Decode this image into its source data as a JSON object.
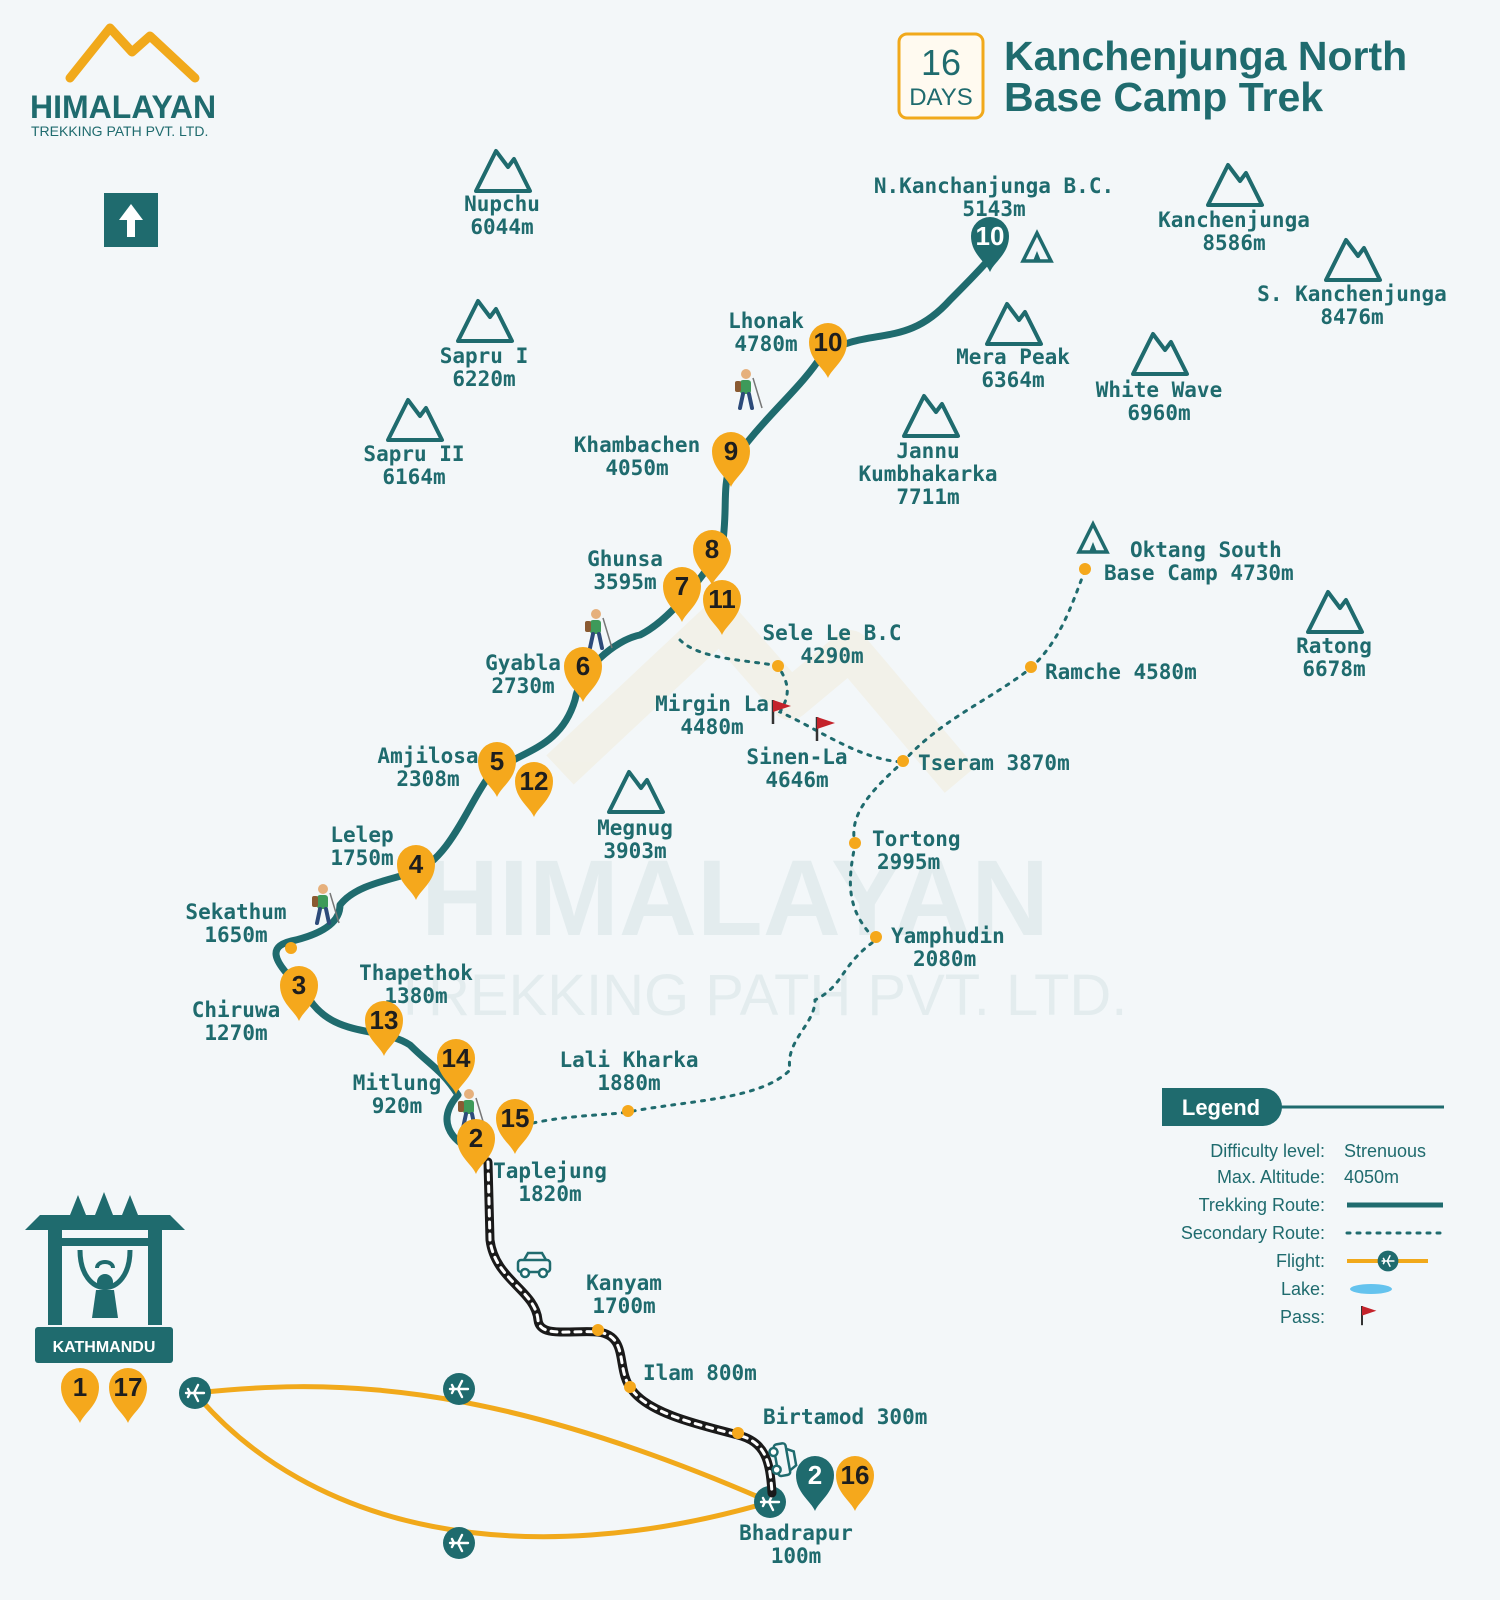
{
  "brand": {
    "name": "HIMALAYAN",
    "tagline": "TREKKING PATH PVT. LTD."
  },
  "title": {
    "days_number": "16",
    "days_word": "DAYS",
    "line1": "Kanchenjunga North",
    "line2": "Base Camp Trek"
  },
  "colors": {
    "route": "#1f6b6e",
    "flight": "#f1a91b",
    "pin": "#f5a81c",
    "pass_flag": "#c4232b",
    "lake": "#64c3ee"
  },
  "icons": {
    "north_arrow": "arrow-up-icon",
    "mountain": "mountain-icon",
    "camp": "tent-icon",
    "pass": "flag-icon",
    "jeep": "jeep-icon",
    "trekker": "hiker-icon",
    "flight": "airplane-icon",
    "city": "temple-gate-icon"
  },
  "peaks": [
    {
      "name": "Nupchu",
      "alt": "6044m"
    },
    {
      "name": "Sapru I",
      "alt": "6220m"
    },
    {
      "name": "Sapru II",
      "alt": "6164m"
    },
    {
      "name": "Kanchenjunga",
      "alt": "8586m"
    },
    {
      "name": "S. Kanchenjunga",
      "alt": "8476m"
    },
    {
      "name": "Mera Peak",
      "alt": "6364m"
    },
    {
      "name": "White Wave",
      "alt": "6960m"
    },
    {
      "name": "Jannu",
      "name2": "Kumbhakarka",
      "alt": "7711m"
    },
    {
      "name": "Ratong",
      "alt": "6678m"
    },
    {
      "name": "Megnug",
      "alt": "3903m"
    }
  ],
  "places": {
    "nbc": {
      "name": "N.Kanchanjunga B.C.",
      "alt": "5143m"
    },
    "lhonak": {
      "name": "Lhonak",
      "alt": "4780m"
    },
    "khambachen": {
      "name": "Khambachen",
      "alt": "4050m"
    },
    "ghunsa": {
      "name": "Ghunsa",
      "alt": "3595m"
    },
    "gyabla": {
      "name": "Gyabla",
      "alt": "2730m"
    },
    "amjilosa": {
      "name": "Amjilosa",
      "alt": "2308m"
    },
    "lelep": {
      "name": "Lelep",
      "alt": "1750m"
    },
    "sekathum": {
      "name": "Sekathum",
      "alt": "1650m"
    },
    "chiruwa": {
      "name": "Chiruwa",
      "alt": "1270m"
    },
    "thapethok": {
      "name": "Thapethok",
      "alt": "1380m"
    },
    "mitlung": {
      "name": "Mitlung",
      "alt": "920m"
    },
    "taplejung": {
      "name": "Taplejung",
      "alt": "1820m"
    },
    "lali_kharka": {
      "name": "Lali Kharka",
      "alt": "1880m"
    },
    "kanyam": {
      "name": "Kanyam",
      "alt": "1700m"
    },
    "ilam": {
      "name": "Ilam 800m"
    },
    "birtamod": {
      "name": "Birtamod 300m"
    },
    "bhadrapur": {
      "name": "Bhadrapur",
      "alt": "100m"
    },
    "sele_le": {
      "name": "Sele Le B.C",
      "alt": "4290m"
    },
    "mirgin_la": {
      "name": "Mirgin La",
      "alt": "4480m"
    },
    "sinen_la": {
      "name": "Sinen-La",
      "alt": "4646m"
    },
    "tseram": {
      "name": "Tseram 3870m"
    },
    "ramche": {
      "name": "Ramche 4580m"
    },
    "oktang": {
      "name": "Oktang South",
      "name2": "Base Camp 4730m"
    },
    "tortong": {
      "name": "Tortong",
      "alt": "2995m"
    },
    "yamphudin": {
      "name": "Yamphudin",
      "alt": "2080m"
    },
    "kathmandu": {
      "name": "KATHMANDU"
    }
  },
  "pins": [
    "10",
    "10",
    "9",
    "8",
    "7",
    "11",
    "6",
    "5",
    "12",
    "4",
    "3",
    "13",
    "14",
    "15",
    "2",
    "1",
    "17",
    "2",
    "16"
  ],
  "legend": {
    "title": "Legend",
    "difficulty_label": "Difficulty level:",
    "difficulty_value": "Strenuous",
    "altitude_label": "Max. Altitude:",
    "altitude_value": "4050m",
    "trekking_label": "Trekking Route:",
    "secondary_label": "Secondary Route:",
    "flight_label": "Flight:",
    "lake_label": "Lake:",
    "pass_label": "Pass:"
  },
  "watermark": {
    "line1": "HIMALAYAN",
    "line2": "TREKKING PATH PVT. LTD."
  }
}
